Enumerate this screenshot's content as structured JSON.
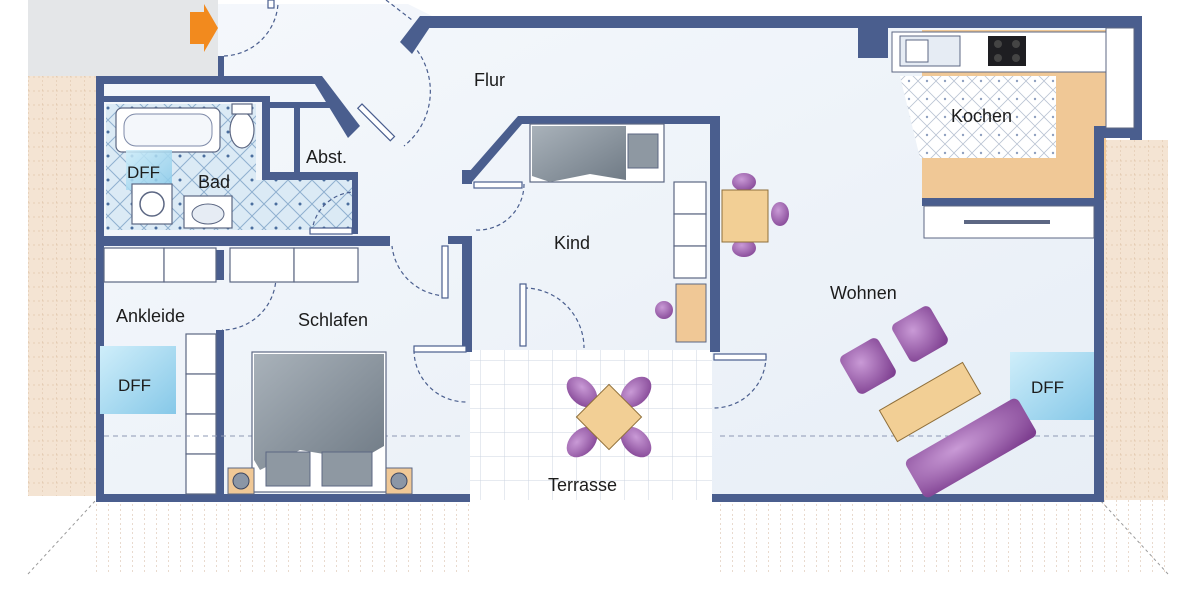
{
  "rooms": {
    "flur": "Flur",
    "bad": "Bad",
    "abst": "Abst.",
    "kind": "Kind",
    "kochen": "Kochen",
    "ankleide": "Ankleide",
    "schlafen": "Schlafen",
    "wohnen": "Wohnen",
    "terrasse": "Terrasse"
  },
  "windows": {
    "dff_bad": "DFF",
    "dff_ankleide": "DFF",
    "dff_wohnen": "DFF"
  },
  "colors": {
    "wall": "#4a5e8e",
    "floor": "#eef3f9",
    "kitchen_counter": "#f0c896",
    "bath_tile": "#d5e6f3",
    "roof_hatch": "#efd9c2",
    "furniture_purple": "#9a5aa8",
    "table_wood": "#f2cf95",
    "bed_gray": "#838d96",
    "window_blue": "#a8d9f0",
    "entry_arrow": "#f28a1e"
  }
}
